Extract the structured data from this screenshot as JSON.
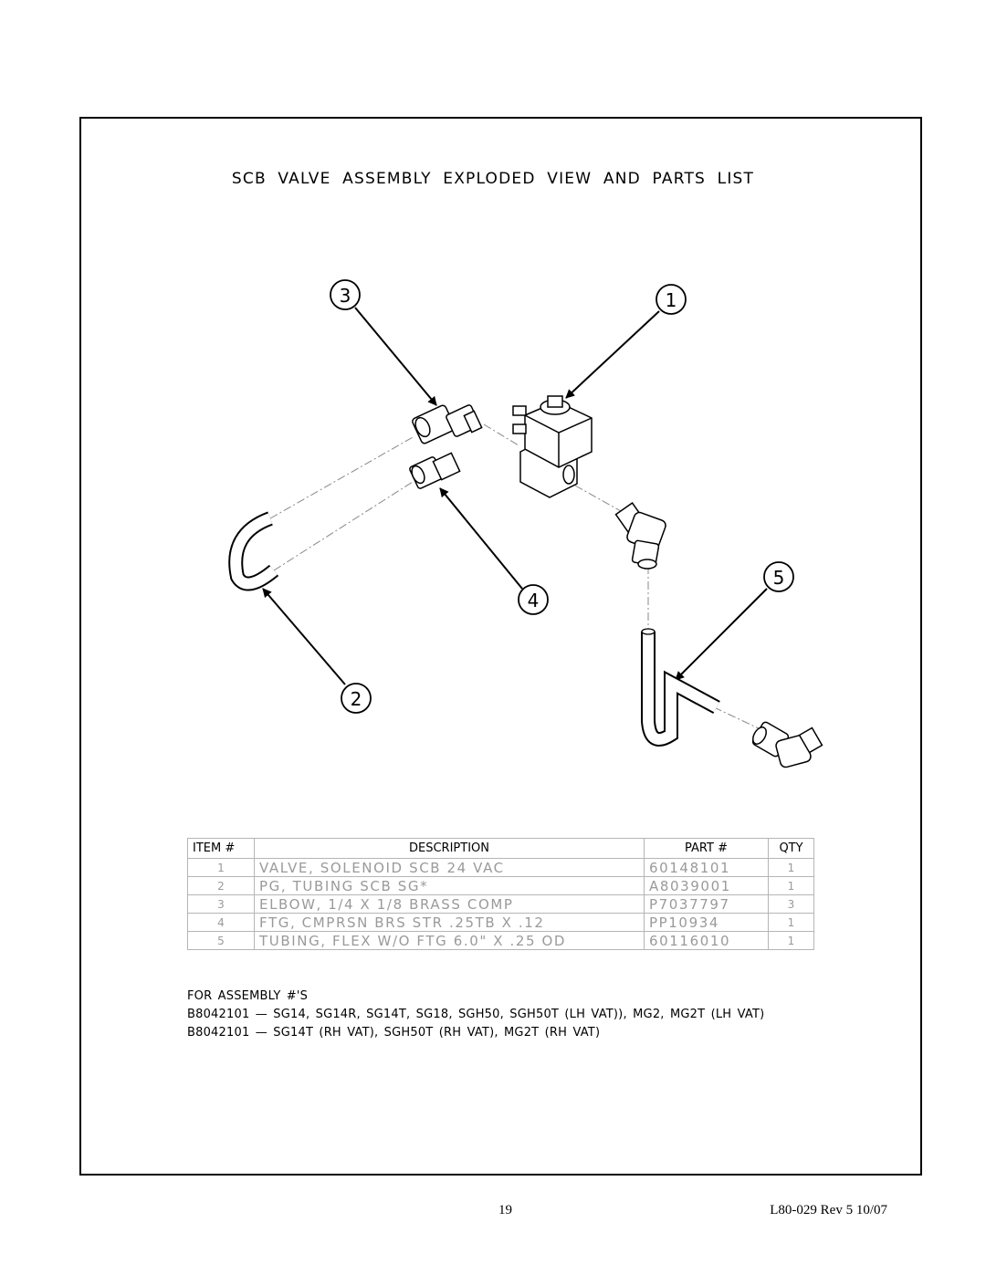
{
  "title": "SCB VALVE ASSEMBLY EXPLODED VIEW AND PARTS LIST",
  "callouts": [
    "3",
    "1",
    "5",
    "4",
    "2"
  ],
  "table": {
    "headers": [
      "ITEM #",
      "DESCRIPTION",
      "PART #",
      "QTY"
    ],
    "rows": [
      [
        "1",
        "VALVE, SOLENOID SCB 24 VAC",
        "60148101",
        "1"
      ],
      [
        "2",
        "PG, TUBING SCB SG*",
        "A8039001",
        "1"
      ],
      [
        "3",
        "ELBOW, 1/4 X 1/8  BRASS COMP",
        "P7037797",
        "3"
      ],
      [
        "4",
        "FTG, CMPRSN BRS STR .25TB X .12",
        "PP10934",
        "1"
      ],
      [
        "5",
        "TUBING, FLEX W/O FTG 6.0\" X .25 OD",
        "60116010",
        "1"
      ]
    ]
  },
  "assembly": {
    "heading": "FOR ASSEMBLY #'S",
    "lines": [
      "B8042101 — SG14, SG14R, SG14T, SG18, SGH50, SGH50T (LH VAT)), MG2, MG2T (LH VAT)",
      "B8042101 — SG14T (RH VAT), SGH50T (RH VAT), MG2T (RH VAT)"
    ]
  },
  "footer": {
    "page_number": "19",
    "doc_id": "L80-029 Rev 5  10/07"
  }
}
